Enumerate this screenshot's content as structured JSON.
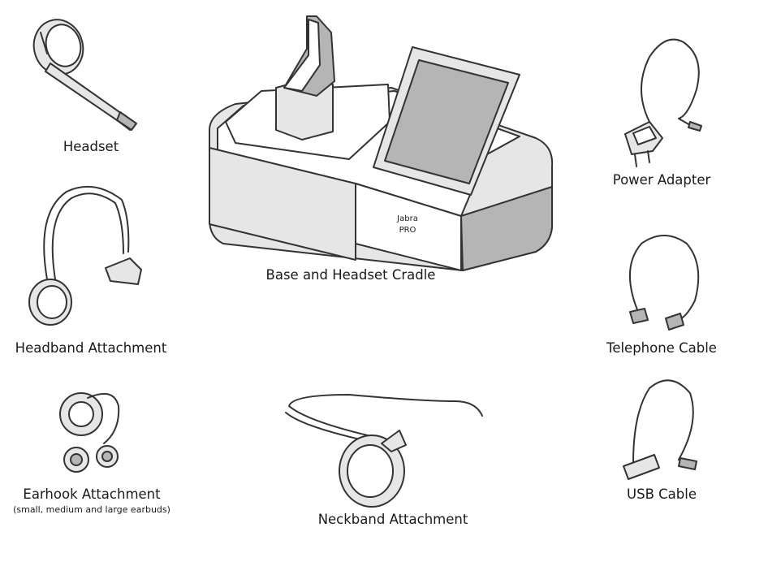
{
  "items": {
    "headset": {
      "label": "Headset",
      "icon": "headset-icon"
    },
    "base": {
      "label": "Base and Headset Cradle",
      "brand_line1": "Jabra",
      "brand_line2": "PRO",
      "icon": "base-cradle-icon"
    },
    "power": {
      "label": "Power Adapter",
      "icon": "power-adapter-icon"
    },
    "headband": {
      "label": "Headband Attachment",
      "icon": "headband-icon"
    },
    "telephone": {
      "label": "Telephone Cable",
      "icon": "telephone-cable-icon"
    },
    "earhook": {
      "label": "Earhook Attachment",
      "sublabel": "(small, medium and large earbuds)",
      "icon": "earhook-icon"
    },
    "neckband": {
      "label": "Neckband Attachment",
      "icon": "neckband-icon"
    },
    "usb": {
      "label": "USB Cable",
      "icon": "usb-cable-icon"
    }
  }
}
